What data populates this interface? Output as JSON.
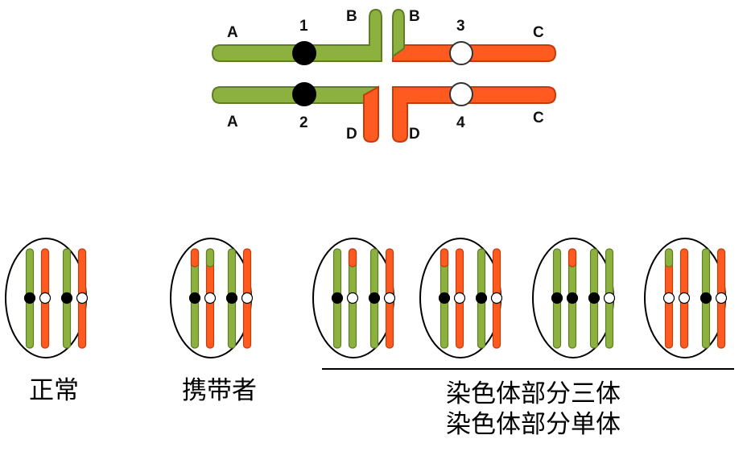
{
  "colors": {
    "green": "#8cb13e",
    "green_dark": "#5f7d26",
    "red": "#ff5a1f",
    "red_dark": "#c23c0c",
    "centromere_black": "#000000",
    "centromere_white": "#ffffff"
  },
  "top_diagram": {
    "segment_labels": {
      "A1": "A",
      "A2": "A",
      "B1": "B",
      "B2": "B",
      "C1": "C",
      "C2": "C",
      "D1": "D",
      "D2": "D"
    },
    "centromere_labels": {
      "c1": "1",
      "c2": "2",
      "c3": "3",
      "c4": "4"
    }
  },
  "cells": [
    {
      "caption_key": "normal",
      "chromosomes": [
        [
          "g"
        ],
        [
          "r"
        ],
        [
          "g"
        ],
        [
          "r"
        ]
      ],
      "centromeres": [
        "black",
        "white",
        "black",
        "white"
      ]
    },
    {
      "caption_key": "carrier",
      "chromosomes": [
        [
          "r",
          "g"
        ],
        [
          "g",
          "r"
        ],
        [
          "g"
        ],
        [
          "r"
        ]
      ],
      "centromeres": [
        "black",
        "white",
        "black",
        "white"
      ]
    },
    {
      "caption_key": "partial",
      "chromosomes": [
        [
          "g"
        ],
        [
          "r",
          "g"
        ],
        [
          "g"
        ],
        [
          "r"
        ]
      ],
      "centromeres": [
        "black",
        "white",
        "black",
        "white"
      ]
    },
    {
      "caption_key": "partial",
      "chromosomes": [
        [
          "r",
          "g"
        ],
        [
          "r"
        ],
        [
          "g"
        ],
        [
          "r"
        ]
      ],
      "centromeres": [
        "black",
        "white",
        "black",
        "white"
      ]
    },
    {
      "caption_key": "partial",
      "chromosomes": [
        [
          "g"
        ],
        [
          "r",
          "g"
        ],
        [
          "g"
        ],
        [
          "g"
        ]
      ],
      "centromeres": [
        "black",
        "black",
        "black",
        "white"
      ]
    },
    {
      "caption_key": "partial",
      "chromosomes": [
        [
          "g",
          "r"
        ],
        [
          "r"
        ],
        [
          "g"
        ],
        [
          "r"
        ]
      ],
      "centromeres": [
        "white",
        "white",
        "black",
        "white"
      ]
    }
  ],
  "captions": {
    "normal": "正常",
    "carrier": "携带者",
    "partial_trisomy": "染色体部分三体",
    "partial_monosomy": "染色体部分单体"
  }
}
